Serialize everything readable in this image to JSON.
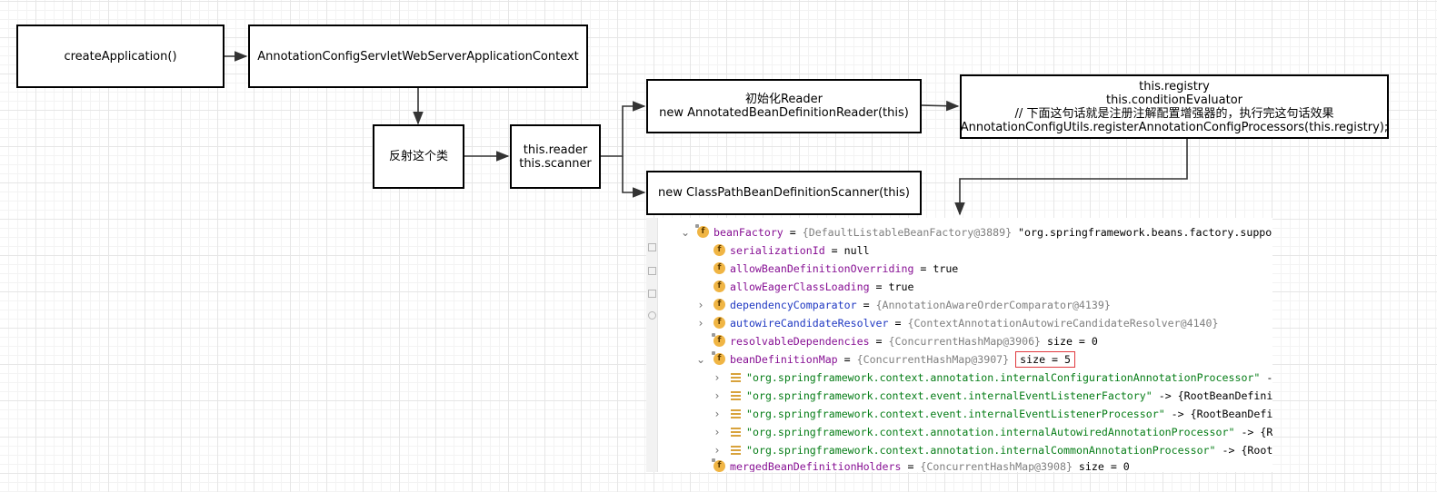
{
  "flow": {
    "create_application": "createApplication()",
    "context_class": "AnnotationConfigServletWebServerApplicationContext",
    "reflect": "反射这个类",
    "reader_scanner": [
      "this.reader",
      "this.scanner"
    ],
    "init_reader": [
      "初始化Reader",
      "new AnnotatedBeanDefinitionReader(this)"
    ],
    "registry": [
      "this.registry",
      "this.conditionEvaluator",
      "// 下面这句话就是注册注解配置增强器的，执行完这句话效果",
      "AnnotationConfigUtils.registerAnnotationConfigProcessors(this.registry);"
    ],
    "scanner": "new ClassPathBeanDefinitionScanner(this)"
  },
  "debugger": {
    "rows": [
      {
        "name": "beanFactory",
        "value": " = ",
        "ref": "{DefaultListableBeanFactory@3889}",
        "extra": " \"org.springframework.beans.factory.support"
      },
      {
        "name": "serializationId",
        "value": " = null"
      },
      {
        "name": "allowBeanDefinitionOverriding",
        "value": " = true"
      },
      {
        "name": "allowEagerClassLoading",
        "value": " = true"
      },
      {
        "name": "dependencyComparator",
        "value": " = ",
        "ref": "{AnnotationAwareOrderComparator@4139}"
      },
      {
        "name": "autowireCandidateResolver",
        "value": " = ",
        "ref": "{ContextAnnotationAutowireCandidateResolver@4140}"
      },
      {
        "name": "resolvableDependencies",
        "value": " = ",
        "ref": "{ConcurrentHashMap@3906}",
        "extra": "  size = 0"
      },
      {
        "name": "beanDefinitionMap",
        "value": " = ",
        "ref": "{ConcurrentHashMap@3907}",
        "size": "size = 5"
      },
      {
        "key": "\"org.springframework.context.annotation.internalConfigurationAnnotationProcessor\"",
        "arrow": " -> "
      },
      {
        "key": "\"org.springframework.context.event.internalEventListenerFactory\"",
        "arrow": " -> ",
        "ref": "{RootBeanDefinit"
      },
      {
        "key": "\"org.springframework.context.event.internalEventListenerProcessor\"",
        "arrow": " -> ",
        "ref": "{RootBeanDefin"
      },
      {
        "key": "\"org.springframework.context.annotation.internalAutowiredAnnotationProcessor\"",
        "arrow": " -> ",
        "ref": "{Ro"
      },
      {
        "key": "\"org.springframework.context.annotation.internalCommonAnnotationProcessor\"",
        "arrow": " -> ",
        "ref": "{RootB"
      },
      {
        "name": "mergedBeanDefinitionHolders",
        "value": " = ",
        "ref": "{ConcurrentHashMap@3908}",
        "extra": "  size = 0"
      }
    ]
  }
}
